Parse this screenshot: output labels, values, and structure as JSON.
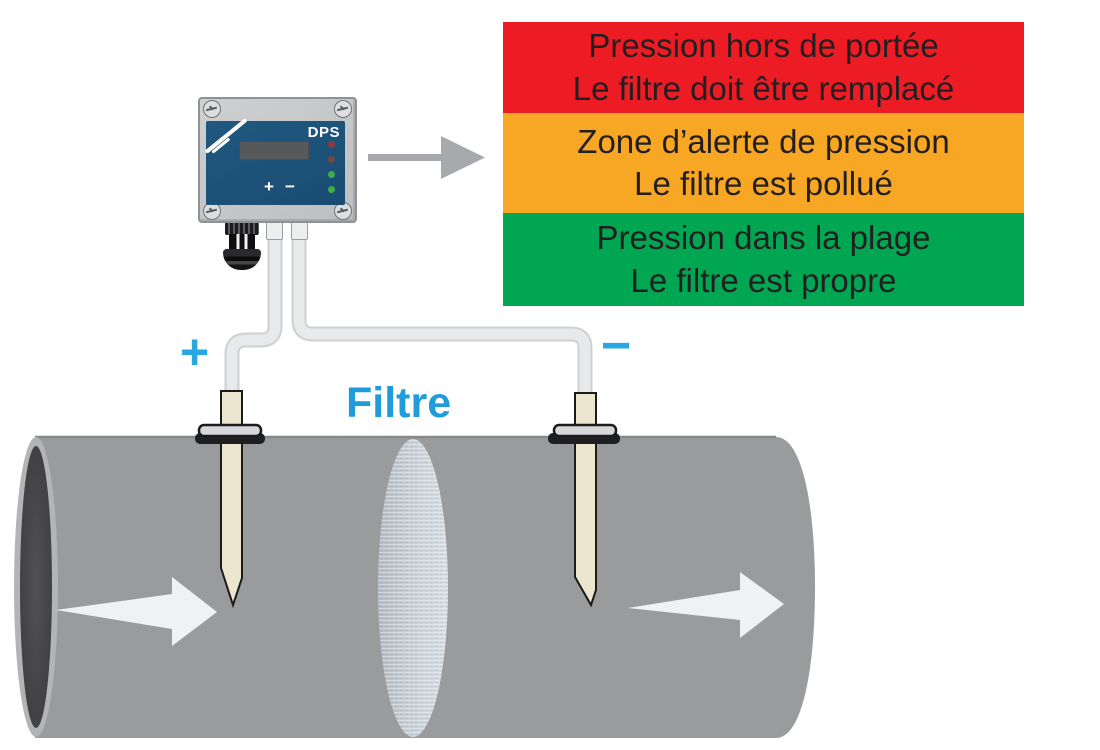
{
  "colors": {
    "alarm_red": "#ed1c24",
    "warning_orange": "#f7a723",
    "ok_green": "#00a651",
    "accent_blue": "#29a8e0",
    "panel_navy": "#1d5076",
    "pipe_gray": "#9a9b9d",
    "legend_text": "#231f20"
  },
  "device": {
    "model_label": "DPS",
    "panel_plus_label": "+",
    "panel_minus_label": "−",
    "leds": [
      {
        "name": "led-1",
        "color": "#8a3a3c"
      },
      {
        "name": "led-2",
        "color": "#6f4a42"
      },
      {
        "name": "led-3",
        "color": "#3cae4a"
      },
      {
        "name": "led-4",
        "color": "#3cae4a"
      }
    ]
  },
  "labels": {
    "plus_port": "+",
    "minus_port": "−",
    "filter": "Filtre"
  },
  "legend": {
    "zones": [
      {
        "id": "out-of-range",
        "color": "#ed1c24",
        "line1": "Pression hors de portée",
        "line2": "Le filtre doit être remplacé"
      },
      {
        "id": "alert",
        "color": "#f7a723",
        "line1": "Zone d’alerte de pression",
        "line2": "Le filtre est pollué"
      },
      {
        "id": "in-range",
        "color": "#00a651",
        "line1": "Pression dans la plage",
        "line2": "Le filtre est propre"
      }
    ]
  }
}
